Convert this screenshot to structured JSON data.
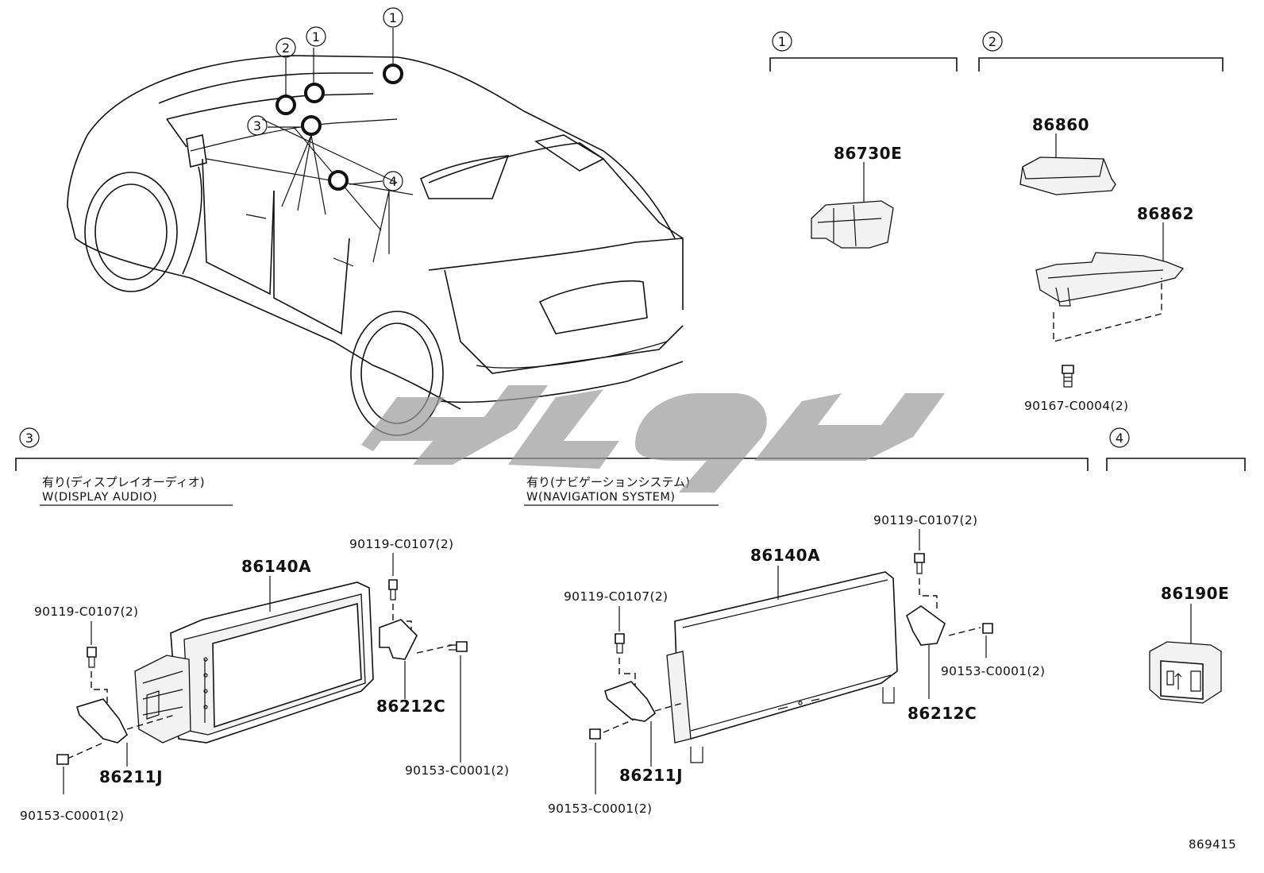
{
  "callouts": [
    "1",
    "2",
    "3",
    "4"
  ],
  "parts": {
    "p86730E": "86730E",
    "p86860": "86860",
    "p86862": "86862",
    "p90167": "90167-C0004(2)",
    "p86190E": "86190E",
    "p86140A": "86140A",
    "p86211J": "86211J",
    "p86212C": "86212C",
    "p90119": "90119-C0107(2)",
    "p90153": "90153-C0001(2)"
  },
  "sections": {
    "display_audio": {
      "jp": "有り(ディスプレイオーディオ)",
      "en": "W(DISPLAY AUDIO)"
    },
    "navigation": {
      "jp": "有り(ナビゲーションシステム)",
      "en": "W(NAVIGATION SYSTEM)"
    }
  },
  "diagram_id": "869415",
  "icons": [
    "car-illustration",
    "usb-port-icon",
    "watermark-logo"
  ]
}
